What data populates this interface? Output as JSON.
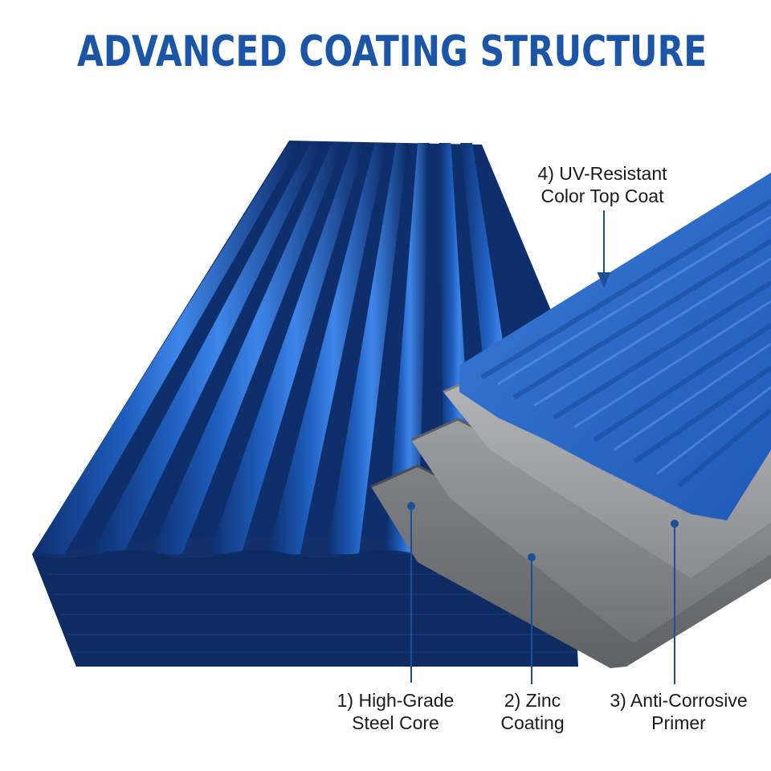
{
  "title": "ADVANCED COATING STRUCTURE",
  "colors": {
    "title": "#1b55a8",
    "sheet_blue": "#1f5fbf",
    "topcoat_blue": "#2f6fcf",
    "primer_gray": "#8d8f93",
    "zinc_gray": "#a3a5a8",
    "steel_gray": "#6c6e72",
    "leader": "#1b4f9a"
  },
  "layers": [
    {
      "number": "1)",
      "line1": "1) High-Grade",
      "line2": "Steel Core"
    },
    {
      "number": "2)",
      "line1": "2) Zinc",
      "line2": "Coating"
    },
    {
      "number": "3)",
      "line1": "3) Anti-Corrosive",
      "line2": "Primer"
    },
    {
      "number": "4)",
      "line1": "4) UV-Resistant",
      "line2": "Color Top Coat"
    }
  ]
}
